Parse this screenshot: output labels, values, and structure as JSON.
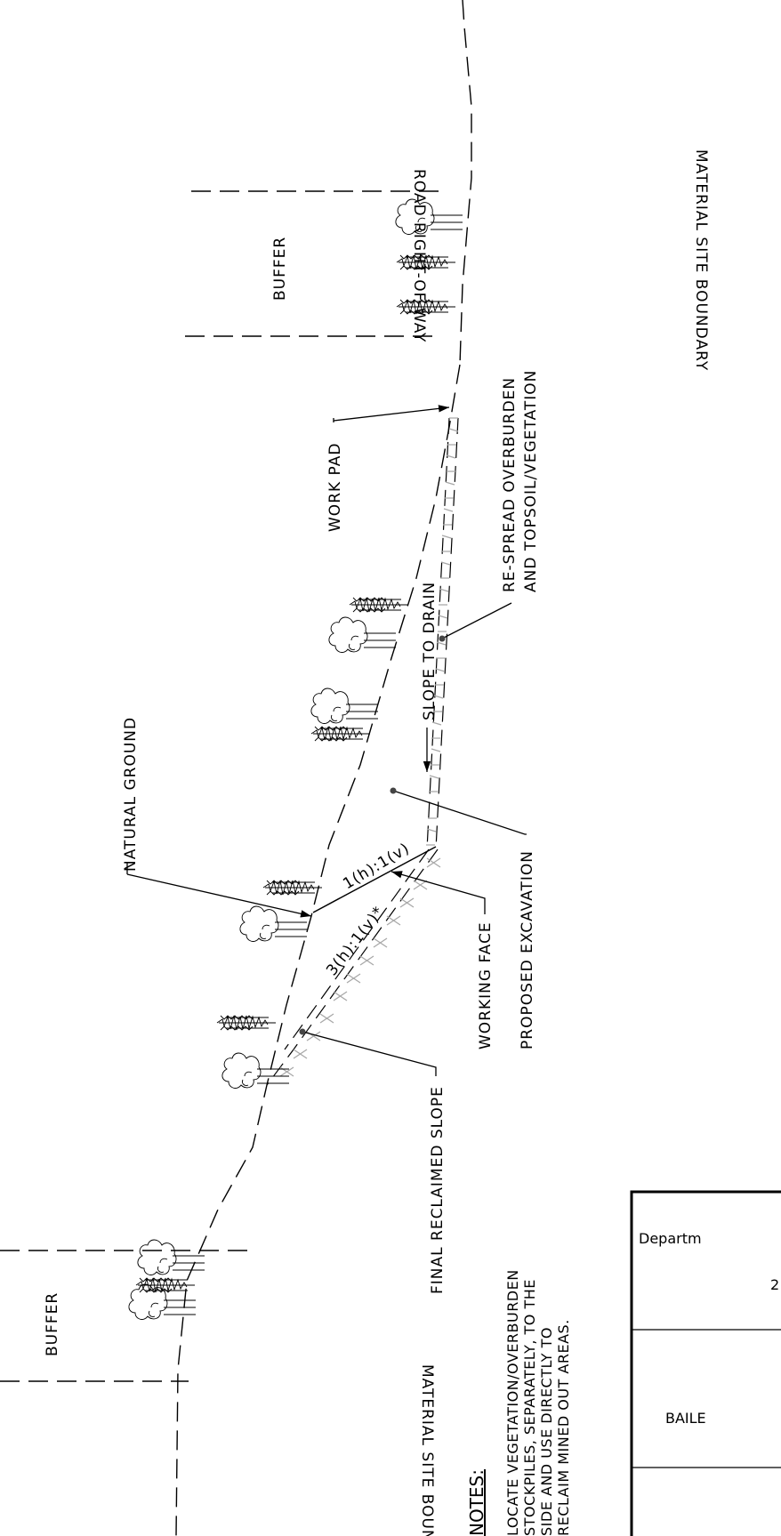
{
  "labels": {
    "natural_ground": "NATURAL GROUND",
    "work_pad": "WORK PAD",
    "slope_to_drain": "SLOPE TO DRAIN",
    "respread_line1": "RE-SPREAD OVERBURDEN",
    "respread_line2": "AND TOPSOIL/VEGETATION",
    "working_face": "WORKING FACE",
    "proposed_excavation": "PROPOSED EXCAVATION",
    "final_reclaimed_slope": "FINAL RECLAIMED SLOPE",
    "slope_1_1": "1(h):1(v)",
    "slope_3_1": "3(h):1(v)*",
    "buffer_top": "BUFFER",
    "buffer_bottom": "BUFFER",
    "road_row": "ROAD RIGHT-OF-WAY",
    "material_site_boundary_top": "MATERIAL SITE BOUNDARY",
    "material_site_boundary_bottom": "MATERIAL SITE BOUNDARY"
  },
  "notes": {
    "title": "NOTES:",
    "lines": [
      "LOCATE VEGETATION/OVERBURDEN",
      "STOCKPILES, SEPARATELY, TO THE",
      "SIDE AND USE DIRECTLY TO",
      "RECLAIM MINED OUT AREAS."
    ]
  },
  "title_block": {
    "department": "Departm",
    "number": "2",
    "name": "BAILE"
  }
}
